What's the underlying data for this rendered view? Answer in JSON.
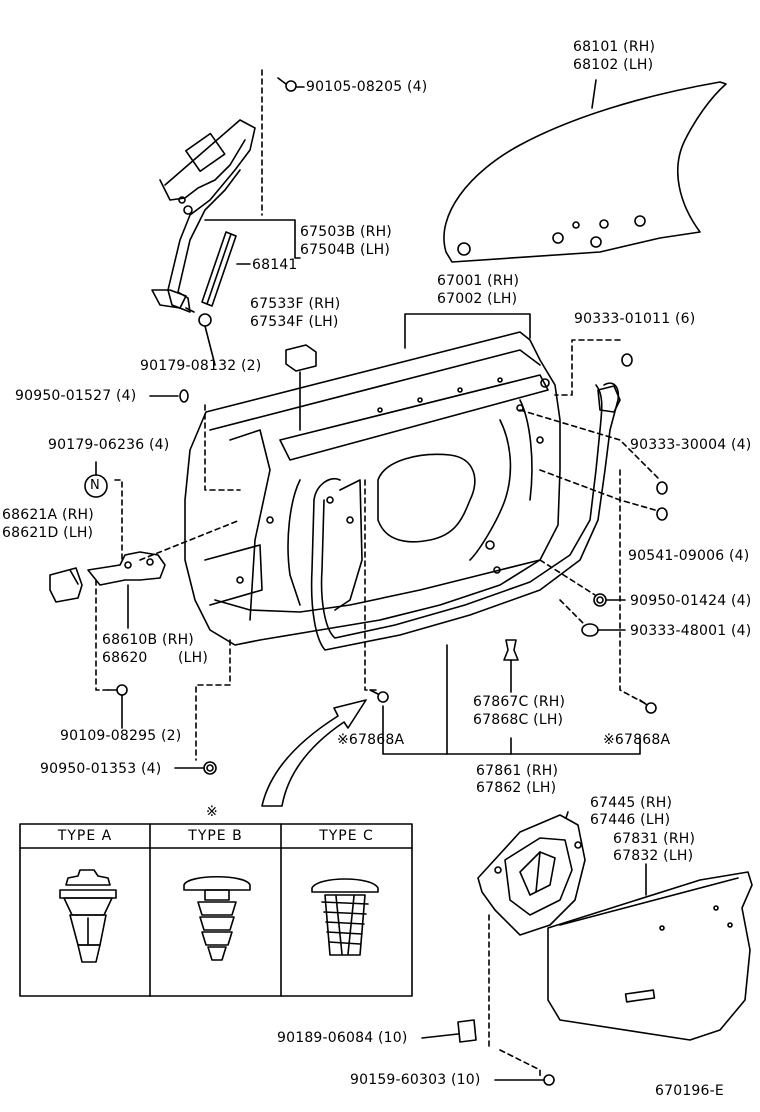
{
  "labels": {
    "glass_rh": "68101 (RH)",
    "glass_lh": "68102 (LH)",
    "screw_top": "90105-08205 (4)",
    "reg_rh": "67503B (RH)",
    "reg_lh": "67504B (LH)",
    "channel": "68141",
    "pad_rh": "67533F (RH)",
    "pad_lh": "67534F (LH)",
    "panel_rh": "67001 (RH)",
    "panel_lh": "67002 (LH)",
    "nut_reg": "90179-08132 (2)",
    "plug_left": "90950-01527 (4)",
    "plug_right_top": "90333-01011 (6)",
    "nut_hinge": "90179-06236 (4)",
    "n_mark": "N",
    "check_rh": "68621A (RH)",
    "check_lh": "68621D (LH)",
    "plug_mid_right": "90333-30004 (4)",
    "clip_right": "90541-09006 (4)",
    "hinge_rh": "68610B (RH)",
    "hinge_lh": "68620",
    "hinge_lh_suffix": "(LH)",
    "grommet_right": "90950-01424 (4)",
    "plug_large": "90333-48001 (4)",
    "bolt_hinge": "90109-08295 (2)",
    "clip_c_rh": "67867C (RH)",
    "clip_c_lh": "67868C (LH)",
    "clip_a_left": "※67868A",
    "clip_a_right": "※67868A",
    "grommet_bottom": "90950-01353 (4)",
    "weather_rh": "67861 (RH)",
    "weather_lh": "67862 (LH)",
    "ref_mark": "※",
    "cover_rh": "67445 (RH)",
    "cover_lh": "67446 (LH)",
    "sheet_rh": "67831 (RH)",
    "sheet_lh": "67832 (LH)",
    "clip_bottom": "90189-06084 (10)",
    "screw_bottom": "90159-60303 (10)",
    "diagram_code": "670196-E"
  },
  "types": {
    "a": "TYPE  A",
    "b": "TYPE  B",
    "c": "TYPE  C"
  },
  "colors": {
    "ink": "#000000",
    "paper": "#ffffff"
  }
}
